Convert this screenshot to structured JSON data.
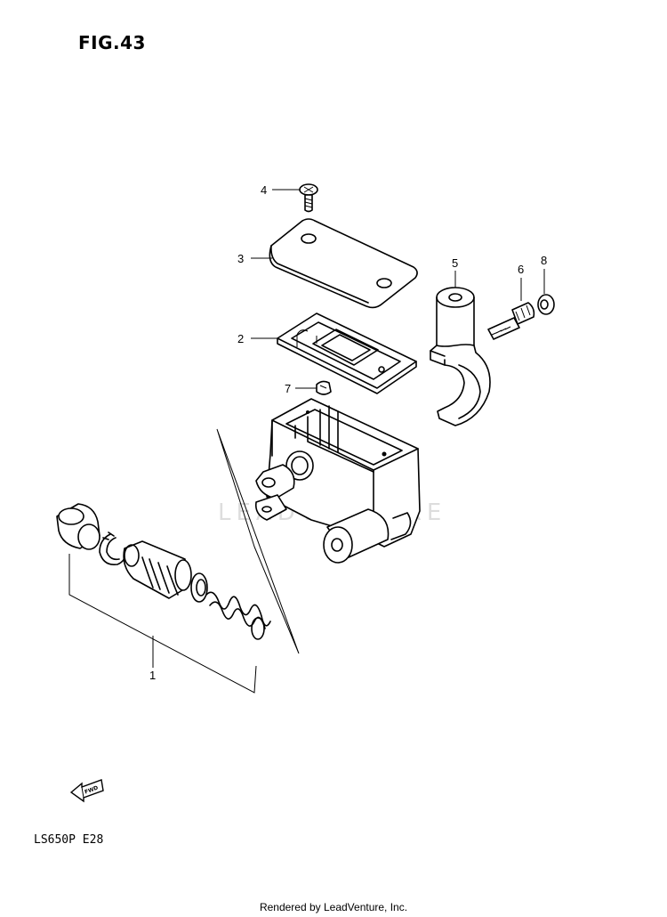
{
  "figure": {
    "title": "FIG.43"
  },
  "model_code": "LS650P  E28",
  "watermark": "LEADVENTURE",
  "fwd_label": "FWD",
  "callouts": [
    "1",
    "2",
    "3",
    "4",
    "5",
    "6",
    "7",
    "8"
  ],
  "footer": "Rendered by LeadVenture, Inc."
}
